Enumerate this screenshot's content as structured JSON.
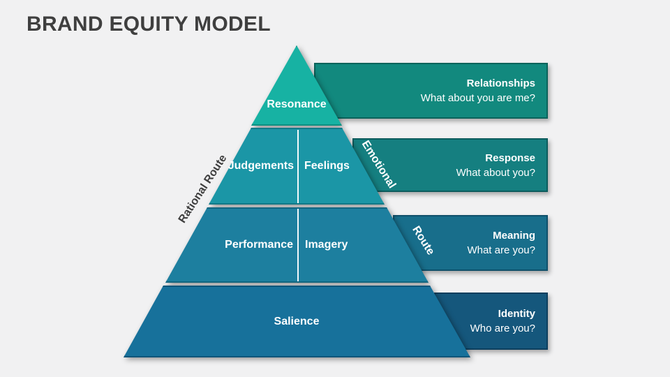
{
  "title": "BRAND EQUITY MODEL",
  "palette": {
    "background": "#f1f1f2",
    "title_text": "#3f3f3f",
    "level_resonance": "#17b2a3",
    "level_judgements_feelings": "#1b96a6",
    "level_performance_imagery": "#1d7f9f",
    "level_salience": "#17719b",
    "callout_relationships": "#12897e",
    "callout_response": "#157f80",
    "callout_meaning": "#186e8b",
    "callout_identity": "#15577c",
    "label_text": "#ffffff"
  },
  "pyramid": {
    "levels": [
      {
        "labels": [
          "Resonance"
        ]
      },
      {
        "labels": [
          "Judgements",
          "Feelings"
        ]
      },
      {
        "labels": [
          "Performance",
          "Imagery"
        ]
      },
      {
        "labels": [
          "Salience"
        ]
      }
    ],
    "left_route_label": "Rational Route",
    "right_route_parts": [
      "Emotional",
      "Route"
    ]
  },
  "callouts": [
    {
      "title": "Relationships",
      "question": "What about you are me?"
    },
    {
      "title": "Response",
      "question": "What about you?"
    },
    {
      "title": "Meaning",
      "question": "What are you?"
    },
    {
      "title": "Identity",
      "question": "Who are you?"
    }
  ]
}
